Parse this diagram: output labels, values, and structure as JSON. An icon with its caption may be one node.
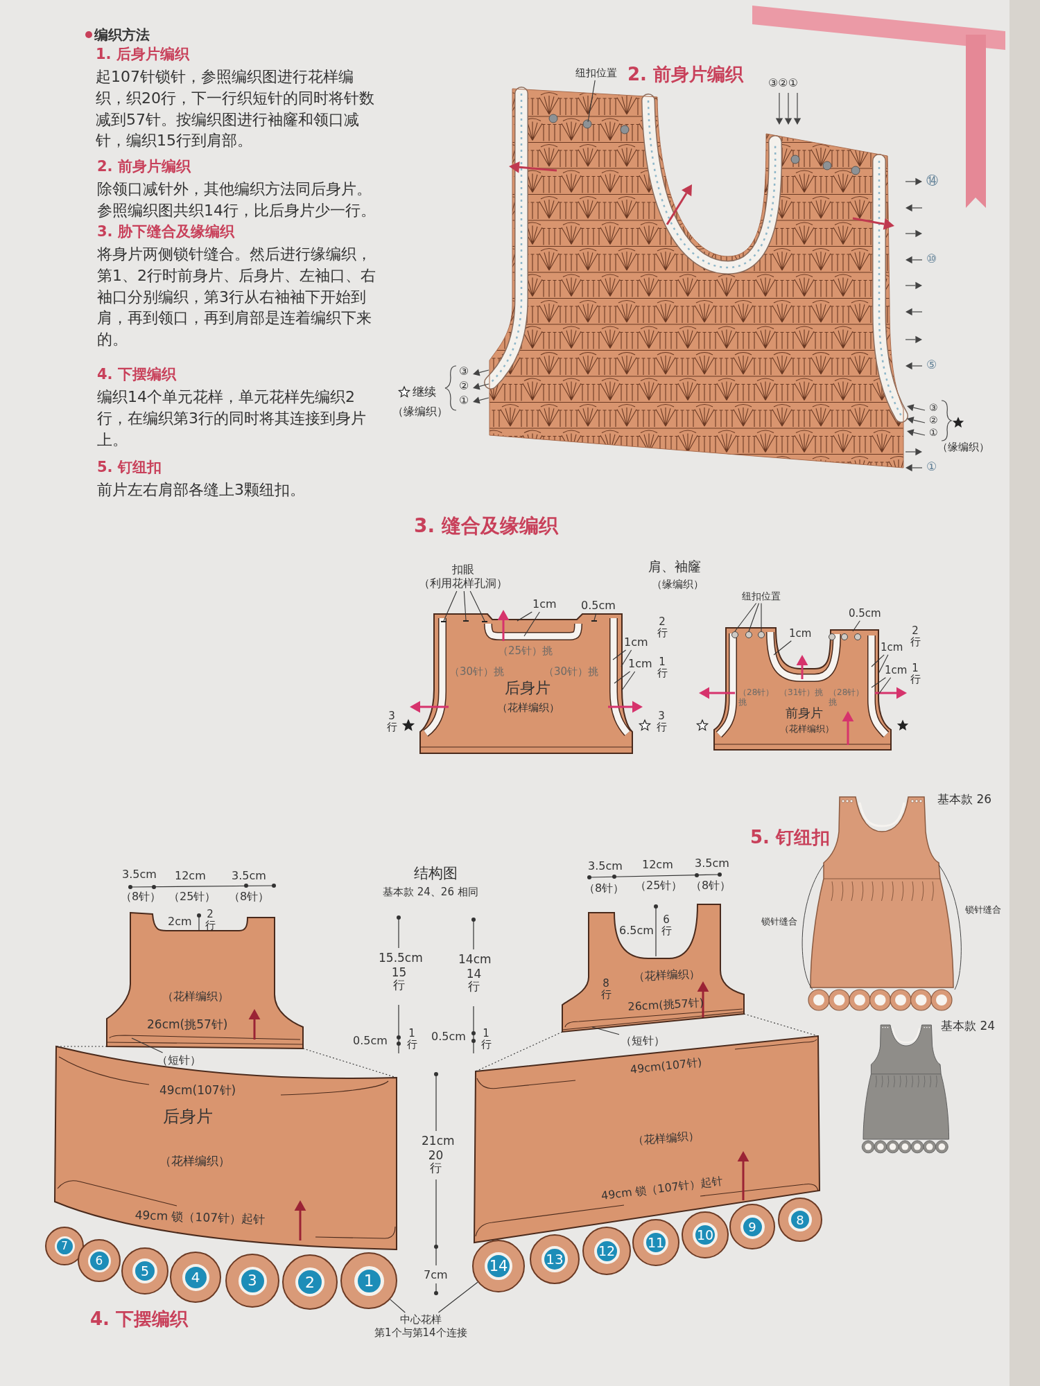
{
  "diagram": {
    "nodes": [
      {
        "text": [
          "纽扣位置"
        ]
      },
      {
        "text": [
          "（25针）挑",
          "（30针）挑",
          "（30针）挑",
          "后身片",
          "（花样编织）"
        ]
      },
      {
        "text": [
          "（28针）挑",
          "（31针）挑",
          "（28针）挑",
          "前身片",
          "（花样编织）"
        ]
      },
      {
        "text": [
          "扣眼",
          "（利用花样孔洞）"
        ]
      },
      {
        "text": [
          "1cm"
        ]
      },
      {
        "text": [
          "0.5cm"
        ]
      },
      {
        "text": [
          "1cm"
        ]
      },
      {
        "text": [
          "1cm"
        ]
      },
      {
        "text": [
          "纽扣位置"
        ]
      },
      {
        "text": [
          "0.5cm"
        ]
      },
      {
        "text": [
          "1cm"
        ]
      },
      {
        "text": [
          "1cm"
        ]
      },
      {
        "text": [
          "1cm"
        ]
      },
      {
        "text": [
          "（花样编织）",
          "26cm(挑57针)"
        ]
      },
      {
        "text": [
          "49cm(107针)",
          "后身片",
          "（花样编织）",
          "49cm 锁（107针）起针"
        ]
      },
      {
        "text": [
          "（短针）"
        ]
      },
      {
        "text": [
          "7"
        ]
      },
      {
        "text": [
          "6"
        ]
      },
      {
        "text": [
          "5"
        ]
      },
      {
        "text": [
          "4"
        ]
      },
      {
        "text": [
          "3"
        ]
      },
      {
        "text": [
          "2"
        ]
      },
      {
        "text": [
          "1"
        ]
      },
      {
        "text": [
          "（花样编织）",
          "26cm(挑57针)"
        ]
      },
      {
        "text": [
          "49cm(107针)",
          "（花样编织）",
          "49cm 锁（107针）起针"
        ]
      },
      {
        "text": [
          "（短针）"
        ]
      },
      {
        "text": [
          "14"
        ]
      },
      {
        "text": [
          "13"
        ]
      },
      {
        "text": [
          "12"
        ]
      },
      {
        "text": [
          "11"
        ]
      },
      {
        "text": [
          "10"
        ]
      },
      {
        "text": [
          "9"
        ]
      },
      {
        "text": [
          "8"
        ]
      },
      {
        "text": [
          "中心花样",
          "第1个与第14个连接"
        ]
      }
    ],
    "edges": [
      {
        "from": 0,
        "to": null,
        "arrow": "none"
      },
      {
        "from": 3,
        "to": 1,
        "arrow": "none"
      },
      {
        "from": 3,
        "to": 1,
        "arrow": "none"
      },
      {
        "from": 3,
        "to": 1,
        "arrow": "none"
      },
      {
        "from": 4,
        "to": 1,
        "arrow": "none"
      },
      {
        "from": 4,
        "to": 1,
        "arrow": "none"
      },
      {
        "from": 5,
        "to": 1,
        "arrow": "none"
      },
      {
        "from": 6,
        "to": 1,
        "arrow": "none"
      },
      {
        "from": 6,
        "to": 1,
        "arrow": "none"
      },
      {
        "from": 7,
        "to": 1,
        "arrow": "none"
      },
      {
        "from": 7,
        "to": 1,
        "arrow": "none"
      },
      {
        "from": 8,
        "to": 2,
        "arrow": "none"
      },
      {
        "from": 8,
        "to": 2,
        "arrow": "none"
      },
      {
        "from": 8,
        "to": 2,
        "arrow": "none"
      },
      {
        "from": 9,
        "to": 2,
        "arrow": "none"
      },
      {
        "from": 10,
        "to": 2,
        "arrow": "none"
      },
      {
        "from": 11,
        "to": 2,
        "arrow": "none"
      },
      {
        "from": 11,
        "to": 2,
        "arrow": "none"
      },
      {
        "from": 12,
        "to": 2,
        "arrow": "none"
      },
      {
        "from": 12,
        "to": 2,
        "arrow": "none"
      },
      {
        "from": 13,
        "to": 14,
        "arrow": "none",
        "style": "dashed"
      },
      {
        "from": 13,
        "to": 14,
        "arrow": "none",
        "style": "dashed"
      },
      {
        "from": 15,
        "to": 13,
        "arrow": "none"
      },
      {
        "from": 23,
        "to": 24,
        "arrow": "none",
        "style": "dashed"
      },
      {
        "from": 23,
        "to": 24,
        "arrow": "none",
        "style": "dashed"
      },
      {
        "from": 25,
        "to": 23,
        "arrow": "none"
      },
      {
        "from": 33,
        "to": 22,
        "arrow": "none"
      },
      {
        "from": 33,
        "to": 26,
        "arrow": "none"
      }
    ],
    "labels": [
      "编织方法",
      "1. 后身片编织",
      "起107针锁针，参照编织图进行花样编织，织20行，下一行织短针的同时将针数减到57针。按编织图进行袖窿和领口减针，编织15行到肩部。",
      "2. 前身片编织",
      "除领口减针外，其他编织方法同后身片。参照编织图共织14行，比后身片少一行。",
      "3. 胁下缝合及缘编织",
      "将身片两侧锁针缝合。然后进行缘编织，第1、2行时前身片、后身片、左袖口、右袖口分别编织，第3行从右袖袖下开始到肩，再到领口，再到肩部是连着编织下来的。",
      "4. 下摆编织",
      "编织14个单元花样，单元花样先编织2行，在编织第3行的同时将其连接到身片上。",
      "5. 钉纽扣",
      "前片左右肩部各缝上3颗纽扣。",
      "2. 前身片编织",
      "③②①",
      "⑭",
      "⑩",
      "⑤",
      "①",
      "③",
      "②",
      "①",
      "继续",
      "（缘编织）",
      "③",
      "②",
      "①",
      "（缘编织）",
      "3. 缝合及缘编织",
      "肩、袖窿",
      "（缘编织）",
      "2行",
      "1行",
      "3行",
      "3行",
      "2行",
      "1行",
      "3.5cm",
      "（8针）",
      "12cm",
      "（25针）",
      "3.5cm",
      "（8针）",
      "2cm",
      "2行",
      "结构图",
      "基本款 24、26 相同",
      "15.5cm",
      "15行",
      "0.5cm",
      "1行",
      "14cm",
      "14行",
      "0.5cm",
      "1行",
      "3.5cm",
      "（8针）",
      "12cm",
      "（25针）",
      "3.5cm",
      "（8针）",
      "6.5cm",
      "6行",
      "8行",
      "21cm",
      "20行",
      "7cm",
      "4. 下摆编织",
      "5. 钉纽扣",
      "基本款 26",
      "锁针缝合",
      "锁针缝合",
      "基本款 24"
    ]
  }
}
